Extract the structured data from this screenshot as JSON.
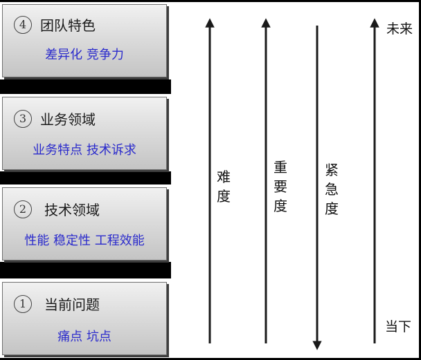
{
  "boxes": [
    {
      "number": "4",
      "title": "团队特色",
      "subtitle": "差异化 竞争力"
    },
    {
      "number": "3",
      "title": "业务领域",
      "subtitle": "业务特点 技术诉求"
    },
    {
      "number": "2",
      "title": "技术领域",
      "subtitle": "性能 稳定性 工程效能"
    },
    {
      "number": "1",
      "title": "当前问题",
      "subtitle": "痛点 坑点"
    }
  ],
  "axes": [
    {
      "label": "难\n度",
      "direction": "up"
    },
    {
      "label": "重\n要\n度",
      "direction": "up"
    },
    {
      "label": "紧\n急\n度",
      "direction": "down"
    },
    {
      "label": "",
      "direction": "up"
    }
  ],
  "timeline": {
    "top": "未来",
    "bottom": "当下"
  },
  "colors": {
    "box_text": "#1a1a1a",
    "subtitle": "#2a2acc",
    "arrow": "#1a1a1a",
    "background": "#000000"
  }
}
